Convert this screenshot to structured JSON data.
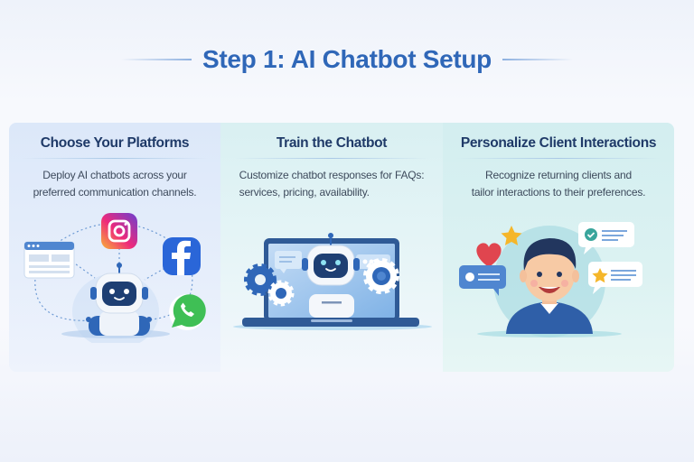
{
  "header": {
    "title": "Step 1: AI Chatbot Setup"
  },
  "panels": [
    {
      "title": "Choose Your Platforms",
      "description_lines": [
        "Deploy AI chatbots across your",
        "preferred communication channels."
      ],
      "illustration": {
        "icons": [
          "robot-icon",
          "browser-window-icon",
          "instagram-icon",
          "facebook-icon",
          "whatsapp-icon"
        ]
      }
    },
    {
      "title": "Train the Chatbot",
      "description_lines": [
        "Customize chatbot responses for FAQs:",
        "services, pricing, availability."
      ],
      "illustration": {
        "icons": [
          "laptop-icon",
          "robot-icon",
          "gear-icon",
          "gear-icon",
          "gear-icon",
          "chat-bubble-icon",
          "typing-dots-icon"
        ]
      }
    },
    {
      "title": "Personalize Client Interactions",
      "description_lines": [
        "Recognize returning clients and",
        "tailor interactions to their preferences."
      ],
      "illustration": {
        "icons": [
          "client-avatar-icon",
          "heart-icon",
          "star-icon",
          "chat-bubble-icon",
          "checkmark-bubble-icon",
          "star-bubble-icon"
        ]
      }
    }
  ],
  "colors": {
    "title": "#2f67b8",
    "panel_title": "#1f3a68",
    "body_text": "#3d4a5c",
    "robot_dark": "#1e3f73",
    "accent_blue": "#3b7bd0",
    "facebook": "#1877f2",
    "whatsapp": "#3fbf55",
    "heart": "#e0454f",
    "star": "#f5b62a"
  }
}
